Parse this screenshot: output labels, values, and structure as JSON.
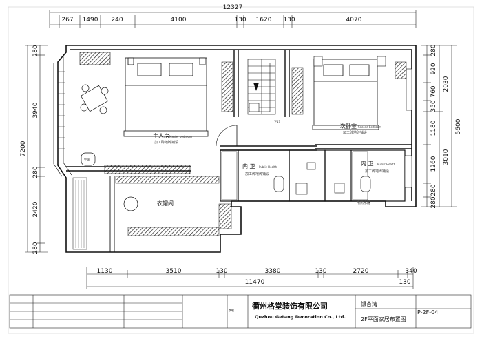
{
  "dimensions": {
    "top_total": "12327",
    "top_segments": [
      "267",
      "1490",
      "240",
      "4100",
      "130",
      "1620",
      "130",
      "4070"
    ],
    "bottom_total": "11470",
    "bottom_segments": [
      "1130",
      "3510",
      "130",
      "3380",
      "130",
      "2720",
      "340",
      "130"
    ],
    "left_total": "7200",
    "left_segments": [
      "280",
      "3940",
      "280",
      "2420",
      "280"
    ],
    "right_outer": "5600",
    "right_mid": [
      "2030",
      "3010"
    ],
    "right_segments": [
      "280",
      "920",
      "760",
      "350",
      "1180",
      "1260",
      "280",
      "280"
    ]
  },
  "rooms": {
    "master": {
      "name": "主人房",
      "english": "Master bedroom",
      "note": "加工砖地砖铺设"
    },
    "second": {
      "name": "次卧室",
      "english": "Second bedroom",
      "note": "加工砖地砖铺设"
    },
    "bath1": {
      "name": "内 卫",
      "english": "Public Health",
      "note": "加工砖地砖铺设"
    },
    "bath2": {
      "name": "内 卫",
      "english": "Public Health",
      "note": "加工砖地砖铺设"
    },
    "closet": {
      "name": "衣帽间"
    },
    "ac_label": "空调",
    "stair_label": "下17",
    "heater_label": "电热水器"
  },
  "title_block": {
    "company_cn": "衢州格堂装饰有限公司",
    "company_en": "Quzhou Getang Decoration Co., Ltd.",
    "project": "银杏湾",
    "drawing_title": "2F平面家居布置图",
    "drawing_no": "P-2F-04",
    "designer": "李敏"
  }
}
